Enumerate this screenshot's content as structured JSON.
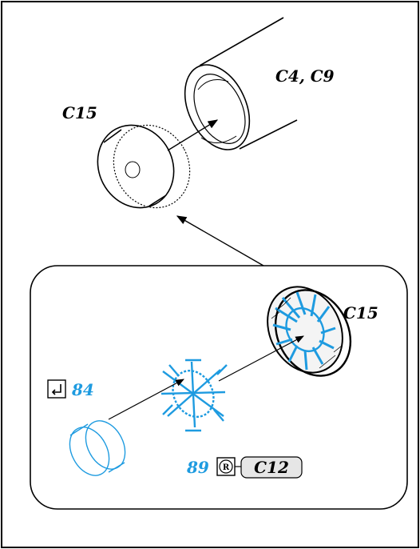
{
  "labels": {
    "top_parts": "C4, C9",
    "wheel_main": "C15",
    "wheel_inset": "C15",
    "step_84": "84",
    "step_89": "89",
    "ref_symbol": "R",
    "ref_part": "C12"
  },
  "colors": {
    "ink": "#000000",
    "blue": "#1e9be0",
    "panel_border": "#000000",
    "badge_fill": "#e6e6e6"
  },
  "icons": {
    "step_box": "return-arrow-icon",
    "ref_box": "circled-r-icon"
  }
}
